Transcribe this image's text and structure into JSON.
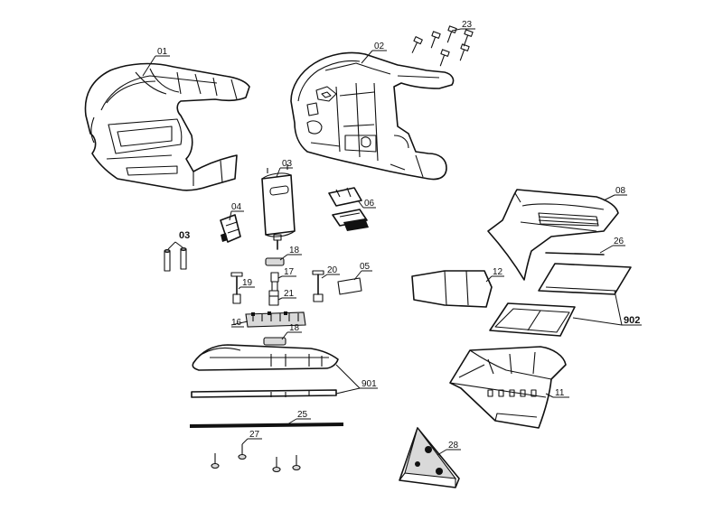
{
  "parts": {
    "p01": "01",
    "p02": "02",
    "p03_motor": "03",
    "p03_pins": "03",
    "p04": "04",
    "p05": "05",
    "p06": "06",
    "p08": "08",
    "p11": "11",
    "p12": "12",
    "p16": "16",
    "p17": "17",
    "p18_top": "18",
    "p18_bottom": "18",
    "p19": "19",
    "p20": "20",
    "p21": "21",
    "p23": "23",
    "p25": "25",
    "p26": "26",
    "p27": "27",
    "p28": "28",
    "p901": "901",
    "p902": "902"
  }
}
